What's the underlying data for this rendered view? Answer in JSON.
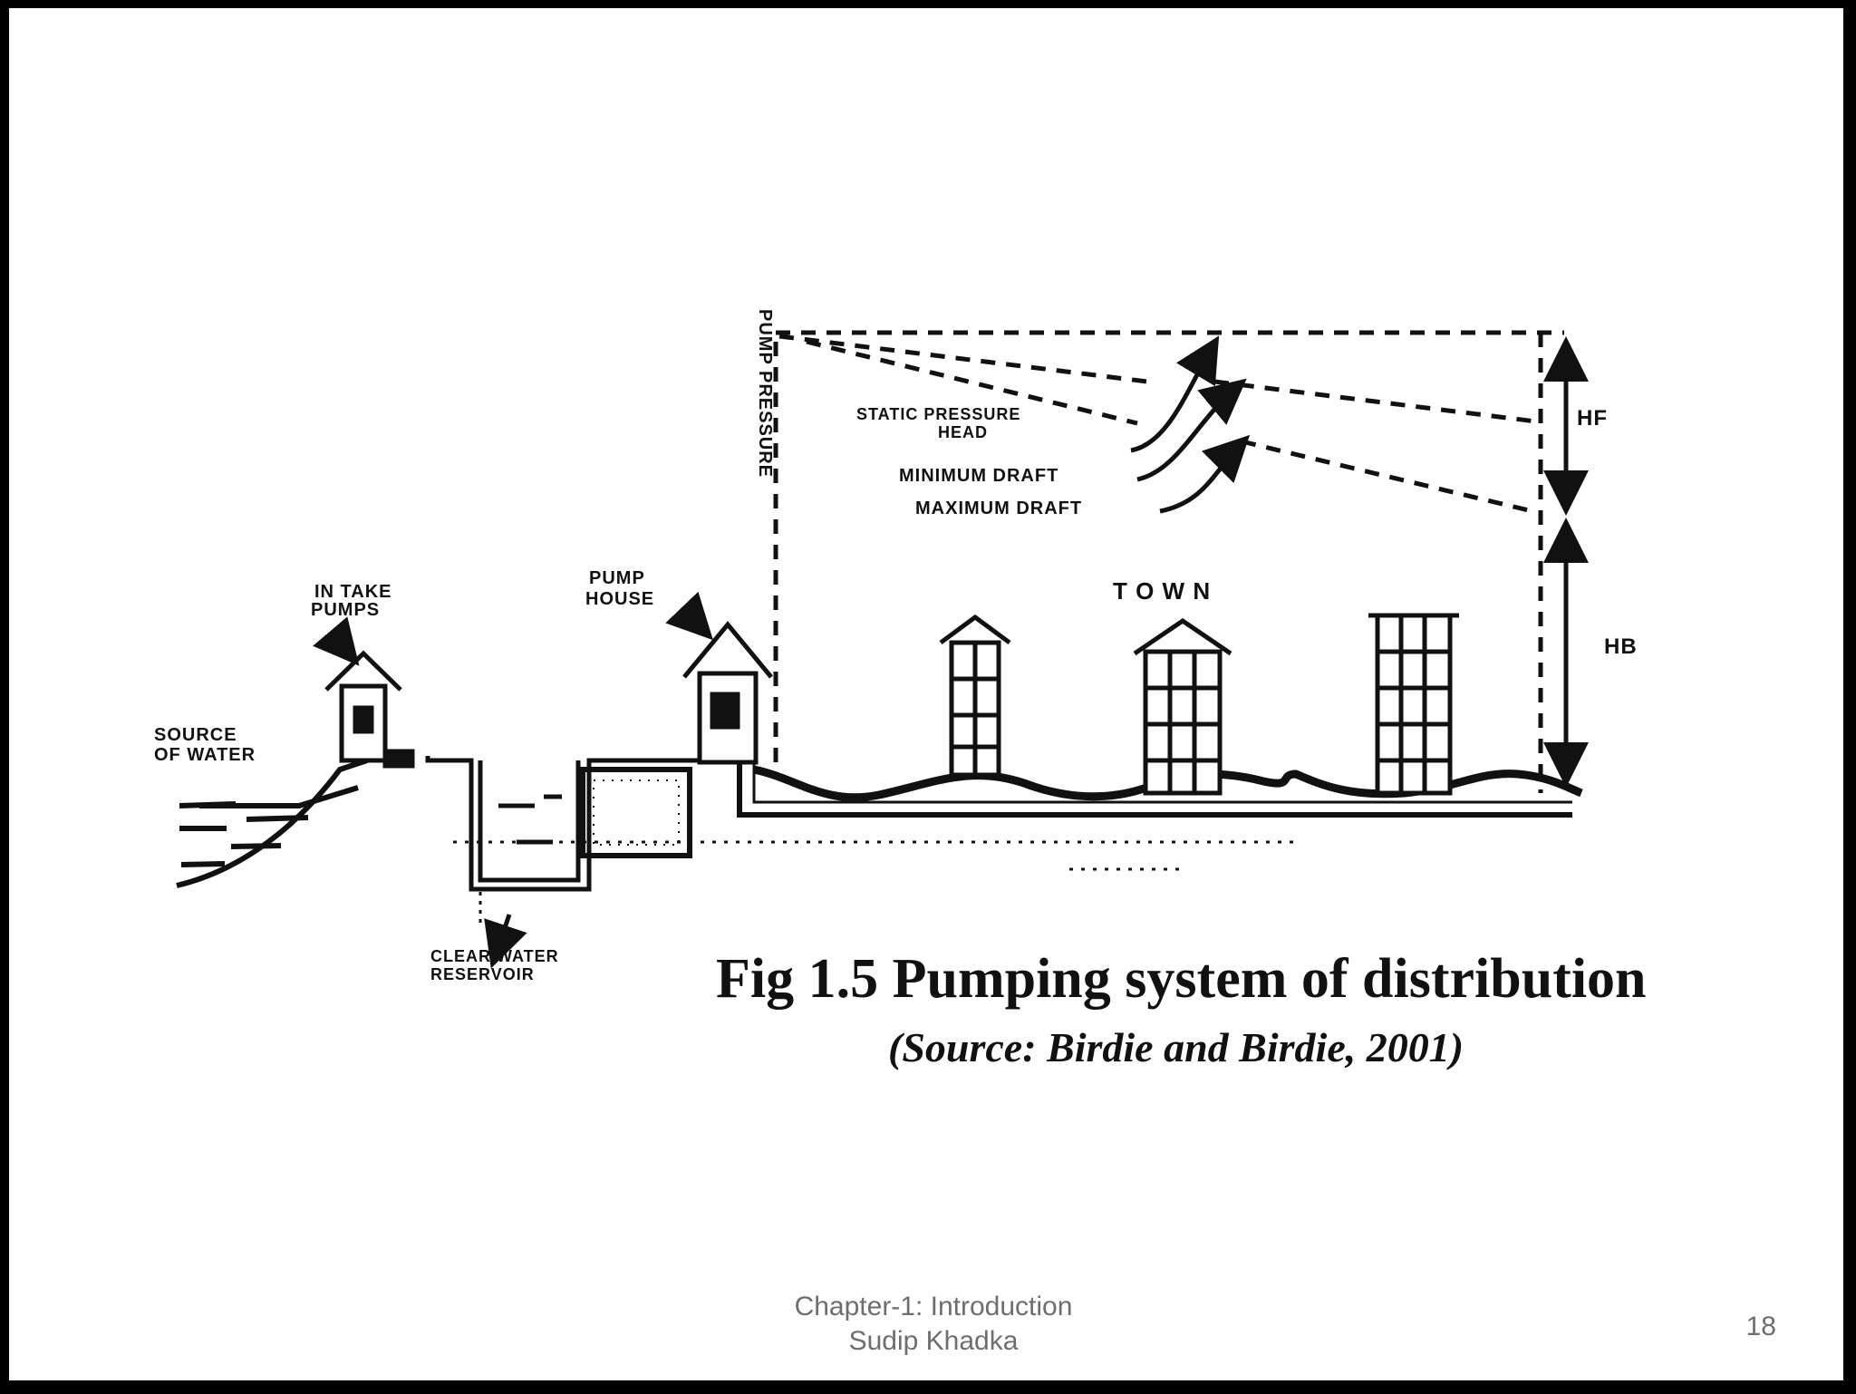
{
  "figure": {
    "caption": "Fig 1.5 Pumping  system of distribution",
    "source": "(Source: Birdie and Birdie, 2001)",
    "labels": {
      "source_of_water_1": "SOURCE",
      "source_of_water_2": "OF WATER",
      "intake_pumps_1": "IN TAKE",
      "intake_pumps_2": "PUMPS",
      "pump_house_1": "PUMP",
      "pump_house_2": "HOUSE",
      "clear_water_1": "CLEAR WATER",
      "clear_water_2": "RESERVOIR",
      "static_pressure_1": "STATIC PRESSURE",
      "static_pressure_2": "HEAD",
      "minimum_draft": "MINIMUM DRAFT",
      "maximum_draft": "MAXIMUM DRAFT",
      "town": "T O W N",
      "pump_pressure": "PUMP PRESSURE",
      "hf": "HF",
      "hb": "HB"
    }
  },
  "footer": {
    "line1": "Chapter-1: Introduction",
    "line2": "Sudip Khadka",
    "page_number": "18"
  }
}
